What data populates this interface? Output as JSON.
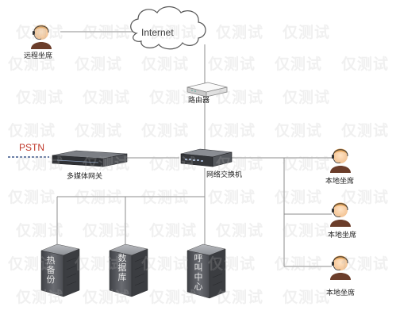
{
  "labels": {
    "internet": "Internet",
    "pstn": "PSTN",
    "remote_agent": "远程坐席",
    "router": "路由器",
    "media_gateway": "多媒体网关",
    "network_switch": "网络交换机",
    "local_agent": "本地坐席"
  },
  "servers": [
    {
      "text": "热备份"
    },
    {
      "text": "数据库"
    },
    {
      "text": "呼叫中心"
    }
  ],
  "watermark": "仅测试",
  "colors": {
    "line": "#888888",
    "pstn": "#c0392b",
    "server": "#55575c"
  }
}
